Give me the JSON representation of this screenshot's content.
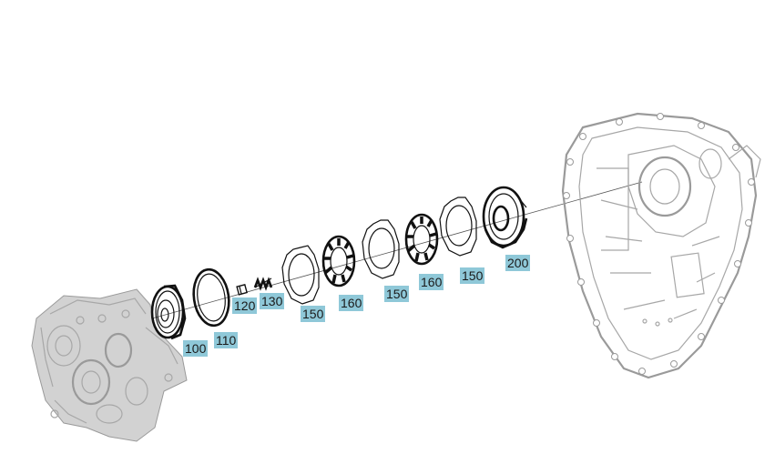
{
  "diagram": {
    "callouts": [
      {
        "id": "c100",
        "label": "100"
      },
      {
        "id": "c110",
        "label": "110"
      },
      {
        "id": "c120",
        "label": "120"
      },
      {
        "id": "c130",
        "label": "130"
      },
      {
        "id": "c150a",
        "label": "150"
      },
      {
        "id": "c160a",
        "label": "160"
      },
      {
        "id": "c150b",
        "label": "150"
      },
      {
        "id": "c160b",
        "label": "160"
      },
      {
        "id": "c150c",
        "label": "150"
      },
      {
        "id": "c200",
        "label": "200"
      }
    ],
    "colors": {
      "callout_bg": "#8fc8d8",
      "housing_line": "#a7a7a7",
      "part_line": "#111111"
    }
  }
}
